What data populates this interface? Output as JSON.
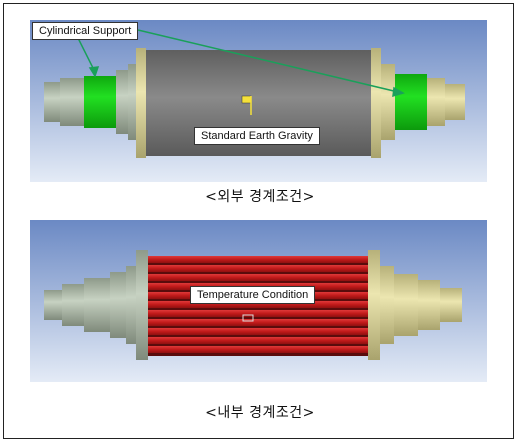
{
  "top_panel": {
    "callout_support": "Cylindrical Support",
    "callout_gravity": "Standard Earth Gravity",
    "caption": "<외부 경계조건>"
  },
  "bottom_panel": {
    "callout_temperature": "Temperature Condition",
    "caption": "<내부 경계조건>"
  },
  "colors": {
    "background_top": "#6b89c4",
    "background_bottom": "#e4ebf6",
    "support_highlight": "#16c816",
    "shaft": "#a9b6a3",
    "flange": "#d9d39a",
    "drum_body": "#7a7a7a",
    "heating_tubes": "#cc1f1f",
    "arrow": "#1aa05a"
  },
  "icons": [
    "gravity-flag-icon"
  ]
}
